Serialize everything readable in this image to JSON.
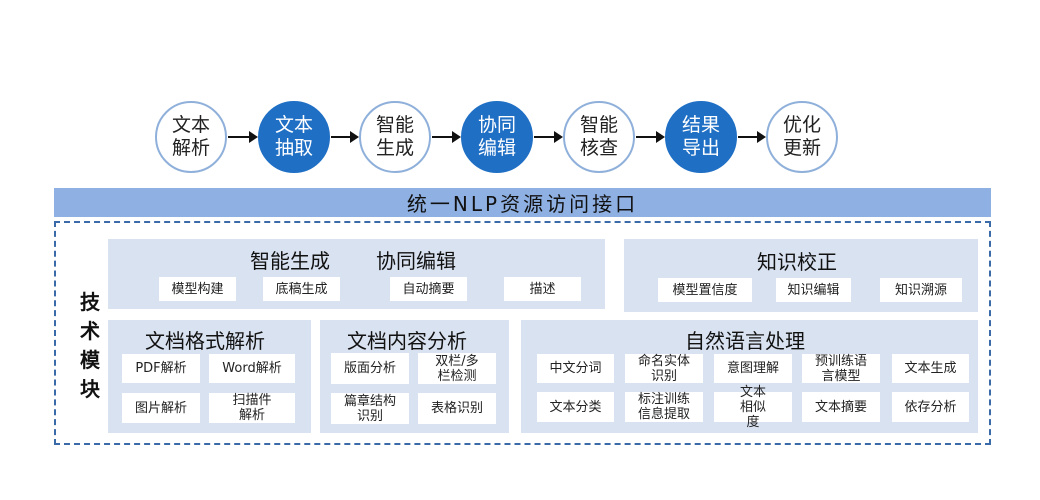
{
  "flow": [
    {
      "label": "文本解析",
      "style": "outline"
    },
    {
      "label": "文本抽取",
      "style": "filled"
    },
    {
      "label": "智能生成",
      "style": "outline"
    },
    {
      "label": "协同编辑",
      "style": "filled"
    },
    {
      "label": "智能核查",
      "style": "outline"
    },
    {
      "label": "结果导出",
      "style": "filled"
    },
    {
      "label": "优化更新",
      "style": "outline"
    }
  ],
  "banner": "统一NLP资源访问接口",
  "side_label": "技术模块",
  "panels": {
    "gen_collab": {
      "title_1": "智能生成",
      "title_2": "协同编辑",
      "chips": [
        "模型构建",
        "底稿生成",
        "自动摘要",
        "描述"
      ]
    },
    "knowledge": {
      "title": "知识校正",
      "chips": [
        "模型置信度",
        "知识编辑",
        "知识溯源"
      ]
    },
    "format": {
      "title": "文档格式解析",
      "chips": [
        "PDF解析",
        "Word解析",
        "图片解析",
        "扫描件解析"
      ]
    },
    "content": {
      "title": "文档内容分析",
      "chips": [
        "版面分析",
        "双栏/多栏检测",
        "篇章结构识别",
        "表格识别"
      ]
    },
    "nlp": {
      "title": "自然语言处理",
      "chips": [
        "中文分词",
        "命名实体识别",
        "意图理解",
        "预训练语言模型",
        "文本生成",
        "文本分类",
        "标注训练信息提取",
        "文本相似度",
        "文本摘要",
        "依存分析"
      ]
    }
  },
  "colors": {
    "accent": "#1f6fc5",
    "outline": "#8fb0da",
    "banner": "#8fb0e2",
    "panel": "#d9e2f1",
    "dashed": "#3b6aa8"
  }
}
